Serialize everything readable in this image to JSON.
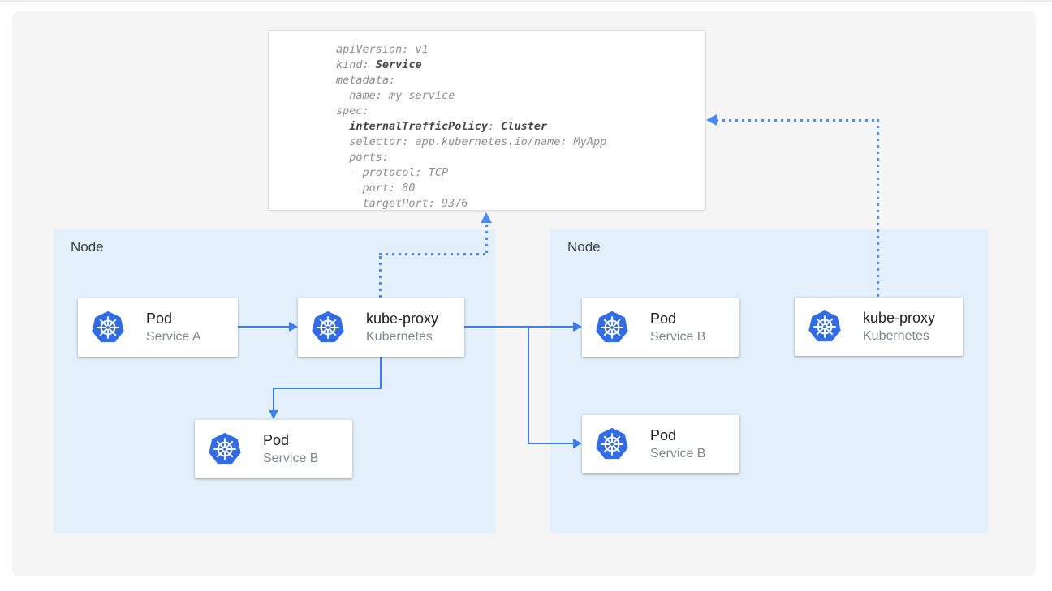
{
  "yaml_panel": {
    "lines": [
      [
        {
          "t": "apiVersion: v1"
        }
      ],
      [
        {
          "t": "kind: "
        },
        {
          "t": "Service",
          "b": true
        }
      ],
      [
        {
          "t": "metadata:"
        }
      ],
      [
        {
          "t": "  name: my-service"
        }
      ],
      [
        {
          "t": "spec:"
        }
      ],
      [
        {
          "t": "  "
        },
        {
          "t": "internalTrafficPolicy",
          "b": true
        },
        {
          "t": ": "
        },
        {
          "t": "Cluster",
          "b": true
        }
      ],
      [
        {
          "t": "  selector: app.kubernetes.io/name: MyApp"
        }
      ],
      [
        {
          "t": "  ports:"
        }
      ],
      [
        {
          "t": "  - protocol: TCP"
        }
      ],
      [
        {
          "t": "    port: 80"
        }
      ],
      [
        {
          "t": "    targetPort: 9376"
        }
      ]
    ]
  },
  "nodes": {
    "left": {
      "label": "Node"
    },
    "right": {
      "label": "Node"
    }
  },
  "cards": {
    "left_pod_a": {
      "title": "Pod",
      "subtitle": "Service A",
      "icon": "kubernetes-icon"
    },
    "left_kube_proxy": {
      "title": "kube-proxy",
      "subtitle": "Kubernetes",
      "icon": "kubernetes-icon"
    },
    "left_pod_b": {
      "title": "Pod",
      "subtitle": "Service B",
      "icon": "kubernetes-icon"
    },
    "right_pod_b1": {
      "title": "Pod",
      "subtitle": "Service B",
      "icon": "kubernetes-icon"
    },
    "right_pod_b2": {
      "title": "Pod",
      "subtitle": "Service B",
      "icon": "kubernetes-icon"
    },
    "right_kube_proxy": {
      "title": "kube-proxy",
      "subtitle": "Kubernetes",
      "icon": "kubernetes-icon"
    }
  },
  "colors": {
    "solid_arrow": "#3D7DE9",
    "dotted_arrow": "#4A8AF4",
    "node_background": "#E3F0FB",
    "panel_background": "#F5F5F6",
    "kubernetes_logo": "#326CE5"
  }
}
